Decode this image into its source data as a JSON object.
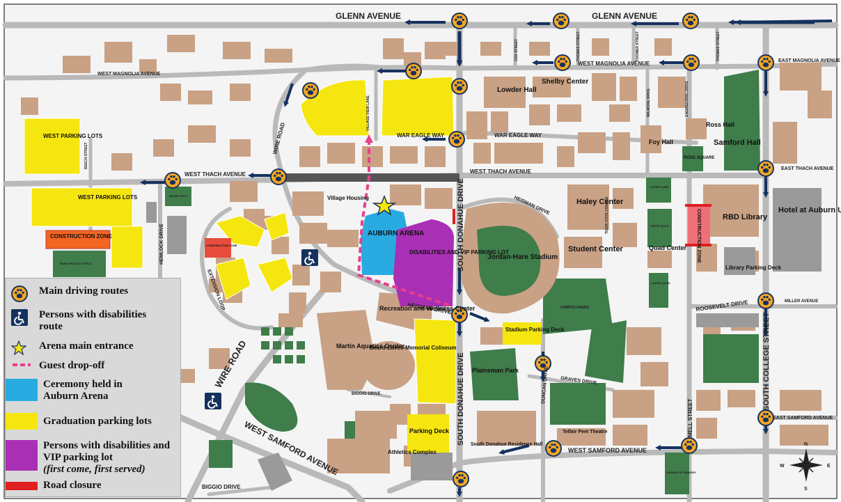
{
  "map": {
    "streets": {
      "glenn_west": "GLENN AVENUE",
      "glenn_east": "GLENN AVENUE",
      "west_magnolia": "WEST MAGNOLIA AVENUE",
      "magnolia_center": "WEST MAGNOLIA AVENUE",
      "east_magnolia": "EAST MAGNOLIA AVENUE",
      "west_thach_left": "WEST THACH AVENUE",
      "west_thach_center": "WEST THACH AVENUE",
      "east_thach": "EAST THACH AVENUE",
      "war_eagle_left": "WAR EAGLE WAY",
      "war_eagle_right": "WAR EAGLE WAY",
      "wire_road_upper": "WIRE ROAD",
      "wire_road_lower": "WIRE ROAD",
      "heisman_upper": "HEISMAN DRIVE",
      "heisman_lower": "HEISMAN DRIVE",
      "south_donahue_upper": "SOUTH DONAHUE DRIVE",
      "south_donahue_lower": "SOUTH DONAHUE DRIVE",
      "south_college": "SOUTH COLLEGE STREET",
      "west_samford_left": "WEST SAMFORD AVENUE",
      "west_samford_right": "WEST SAMFORD AVENUE",
      "east_samford": "EAST SAMFORD AVENUE",
      "biggio_drive": "BIGGIO DRIVE",
      "biggio_small": "BIGGIO DRIVE",
      "duncan_drive": "DUNCAN DRIVE",
      "graves_drive": "GRAVES DRIVE",
      "mell_street": "MELL STREET",
      "roosevelt_drive": "ROOSEVELT DRIVE",
      "miller_avenue": "MILLER AVENUE",
      "hemlock_drive": "HEMLOCK DRIVE",
      "extension_loop": "EXTENSION LOOP",
      "beech_street": "BEECH STREET",
      "cox_street": "COX STREET",
      "thomas_street_left": "THOMAS STREET",
      "thomas_street_right": "THOMAS STREET",
      "toomer_street": "TOOMER STREET",
      "village_view_lane": "VILLAGE VIEW LANE",
      "tiger_cove_course": "TIGER COVE COURSE",
      "wilmore_drive": "WILMORE DRIVE",
      "engineering_drive": "ENGINEERING DRIVE"
    },
    "buildings": {
      "lowder_hall": "Lowder Hall",
      "shelby_center": "Shelby Center",
      "ross_hall": "Ross Hall",
      "foy_hall": "Foy Hall",
      "samford_hall": "Samford Hall",
      "ross_square": "ROSS SQUARE",
      "haley_center": "Haley Center",
      "student_center": "Student Center",
      "quad_center": "Quad Center",
      "rbd_library": "RBD Library",
      "hotel": "Hotel at Auburn University",
      "library_parking": "Library Parking Deck",
      "village_housing": "Village Housing",
      "auburn_arena": "AUBURN ARENA",
      "disabilities_vip_lot": "DISABILITIES AND VIP PARKING LOT",
      "jordan_hare": "Jordan-Hare Stadium",
      "rec_center": "Recreation and Wellness Center",
      "martin_aquatics": "Martin Aquatics Center",
      "beard_eaves": "Beard-Eaves-Memorial Coliseum",
      "plainsman_park": "Plainsman Park",
      "stadium_parking": "Stadium Parking Deck",
      "parking_deck": "Parking Deck",
      "athletics_complex": "Athletics Complex",
      "south_donahue_res": "South Donahue Residence Hall",
      "telfair_peet": "Telfair Peet Theatre",
      "west_parking_upper": "WEST PARKING LOTS",
      "west_parking_lower": "WEST PARKING LOTS",
      "construction_zone_left": "CONSTRUCTION ZONE",
      "construction_zone_small": "CONSTRUCTION ZONE",
      "construction_zone_right": "CONSTRUCTION ZONE",
      "rugby_field": "RUGBY FIELD",
      "band_practice": "BAND PRACTICE FIELD",
      "cater_lawn": "CATER LAWN",
      "upper_quad": "UPPER QUAD",
      "lower_quad": "LOWER QUAD",
      "campus_green": "CAMPUS GREEN",
      "garden_memory": "GARDEN OF MEMORY"
    },
    "compass": {
      "n": "N",
      "s": "S",
      "e": "E",
      "w": "W"
    }
  },
  "legend": {
    "items": [
      {
        "key": "driving",
        "label": "Main driving routes"
      },
      {
        "key": "disabilities",
        "label": "Persons with disabilities route"
      },
      {
        "key": "entrance",
        "label": "Arena main entrance"
      },
      {
        "key": "dropoff",
        "label": "Guest drop-off"
      },
      {
        "key": "ceremony",
        "label": "Ceremony held in Auburn Arena"
      },
      {
        "key": "graduation",
        "label": "Graduation parking lots"
      },
      {
        "key": "vip",
        "label": "Persons with disabilities and VIP parking lot",
        "italic": "(first come, first served)"
      },
      {
        "key": "closure",
        "label": "Road closure"
      }
    ]
  },
  "colors": {
    "building": "#c9a184",
    "green": "#3f7d4a",
    "road": "#b8b8b8",
    "yellow": "#f5e60f",
    "arena": "#29abe2",
    "vip": "#a92fb5",
    "navy": "#15325f",
    "orange": "#f5a623",
    "dropoff": "#e83e8c",
    "closure": "#e02020",
    "construction": "#f26522"
  }
}
